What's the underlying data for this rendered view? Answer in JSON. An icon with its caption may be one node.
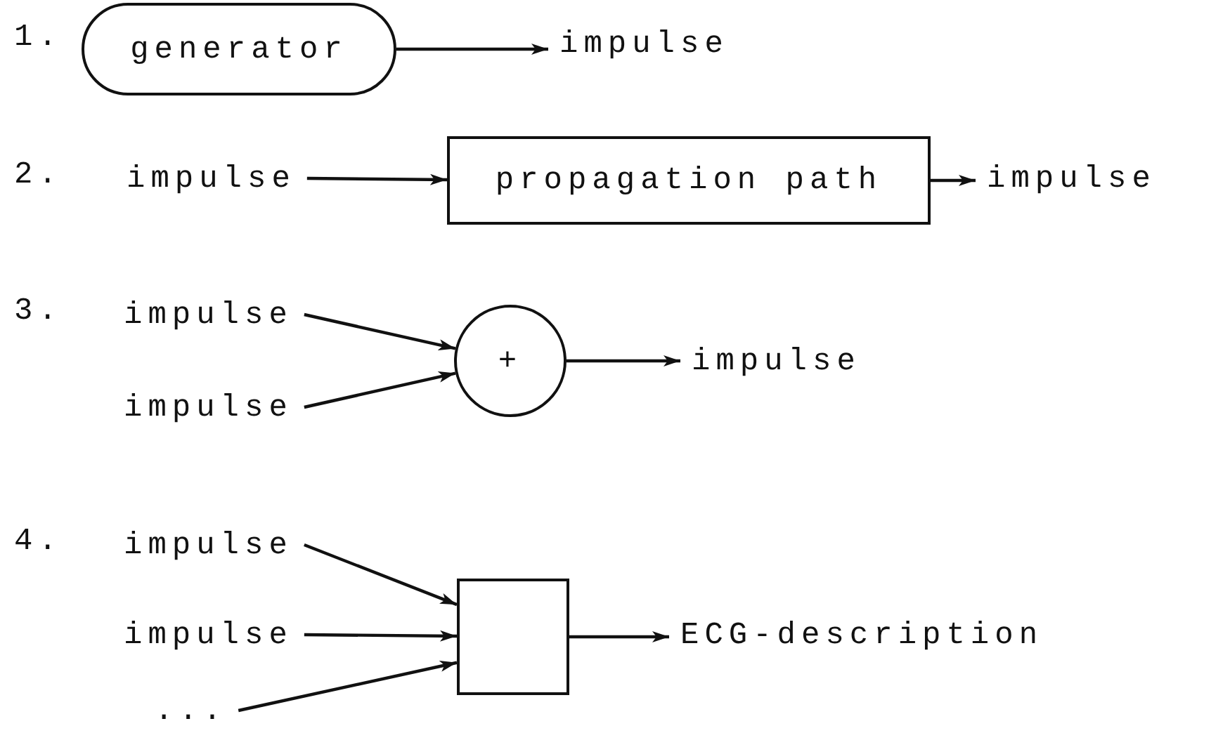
{
  "diagram": {
    "nodes": [
      {
        "text": [
          "generator"
        ]
      },
      {
        "text": [
          "impulse"
        ]
      },
      {
        "text": [
          "impulse"
        ]
      },
      {
        "text": [
          "propagation path"
        ]
      },
      {
        "text": [
          "impulse"
        ]
      },
      {
        "text": [
          "impulse"
        ]
      },
      {
        "text": [
          "impulse"
        ]
      },
      {
        "text": [
          "+"
        ]
      },
      {
        "text": [
          "impulse"
        ]
      },
      {
        "text": [
          "impulse"
        ]
      },
      {
        "text": [
          "impulse"
        ]
      },
      {
        "text": [
          "..."
        ]
      },
      {
        "text": [],
        "shape": "box"
      },
      {
        "text": [
          "ECG-description"
        ]
      }
    ],
    "edges": [
      {
        "from": 0,
        "to": 1,
        "arrow": "to"
      },
      {
        "from": 2,
        "to": 3,
        "arrow": "to"
      },
      {
        "from": 3,
        "to": 4,
        "arrow": "to"
      },
      {
        "from": 5,
        "to": 7,
        "arrow": "to"
      },
      {
        "from": 6,
        "to": 7,
        "arrow": "to"
      },
      {
        "from": 7,
        "to": 8,
        "arrow": "to"
      },
      {
        "from": 9,
        "to": 12,
        "arrow": "to"
      },
      {
        "from": 10,
        "to": 12,
        "arrow": "to"
      },
      {
        "from": 11,
        "to": 12,
        "arrow": "to"
      },
      {
        "from": 12,
        "to": 13,
        "arrow": "to"
      }
    ],
    "labels": [
      "1.",
      "2.",
      "3.",
      "4."
    ]
  }
}
